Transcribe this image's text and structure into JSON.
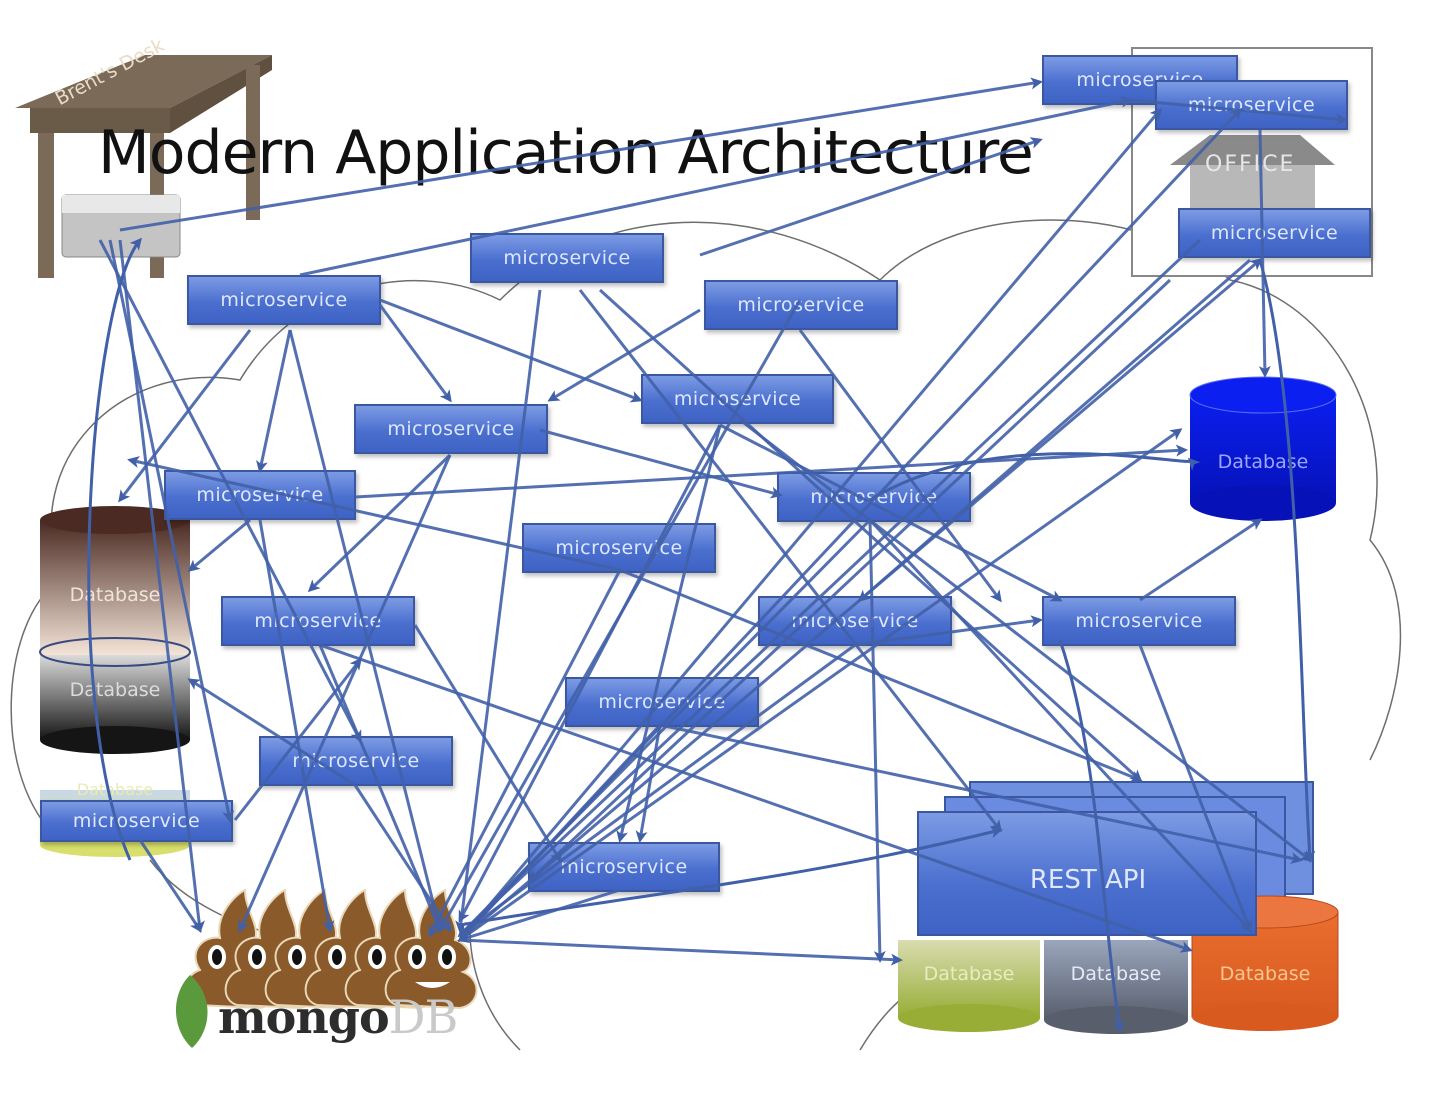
{
  "title": "Modern Application Architecture",
  "desk_label": "Brent's Desk",
  "office_label": "OFFICE",
  "microservice_label": "microservice",
  "microservices": [
    {
      "id": "ms-top-right-1",
      "label": "microservice"
    },
    {
      "id": "ms-top-right-2",
      "label": "microservice"
    },
    {
      "id": "ms-top-right-3",
      "label": "microservice"
    },
    {
      "id": "ms-upper-center",
      "label": "microservice"
    },
    {
      "id": "ms-upper-left",
      "label": "microservice"
    },
    {
      "id": "ms-upper-mid-right",
      "label": "microservice"
    },
    {
      "id": "ms-center",
      "label": "microservice"
    },
    {
      "id": "ms-mid-left",
      "label": "microservice"
    },
    {
      "id": "ms-left",
      "label": "microservice"
    },
    {
      "id": "ms-center-right",
      "label": "microservice"
    },
    {
      "id": "ms-center-lower",
      "label": "microservice"
    },
    {
      "id": "ms-lower-left",
      "label": "microservice"
    },
    {
      "id": "ms-lower-mid-right",
      "label": "microservice"
    },
    {
      "id": "ms-right",
      "label": "microservice"
    },
    {
      "id": "ms-lower-center",
      "label": "microservice"
    },
    {
      "id": "ms-bottom-left-mid",
      "label": "microservice"
    },
    {
      "id": "ms-bottom-left",
      "label": "microservice"
    },
    {
      "id": "ms-bottom-center",
      "label": "microservice"
    }
  ],
  "rest_api_label": "REST API",
  "databases": [
    {
      "id": "db-blue",
      "label": "Database",
      "color": "#0a1fd6"
    },
    {
      "id": "db-stack-top",
      "label": "Database",
      "color": "#7a4f3c"
    },
    {
      "id": "db-stack-middle",
      "label": "Database",
      "color": "#2b2b2b"
    },
    {
      "id": "db-stack-bottom",
      "label": "Database",
      "color": "#d9df8a"
    },
    {
      "id": "db-green",
      "label": "Database",
      "color": "#a3b25a"
    },
    {
      "id": "db-gray",
      "label": "Database",
      "color": "#6c7484"
    },
    {
      "id": "db-orange",
      "label": "Database",
      "color": "#e5622a"
    }
  ],
  "mongo_logo": {
    "text_main": "mongo",
    "text_db": "DB"
  },
  "colors": {
    "microservice_fill": "#4b6fcf",
    "arrow": "#4160a8",
    "desk": "#7a6a57",
    "poop": "#8a5a2b",
    "leaf": "#5a9a3c"
  }
}
